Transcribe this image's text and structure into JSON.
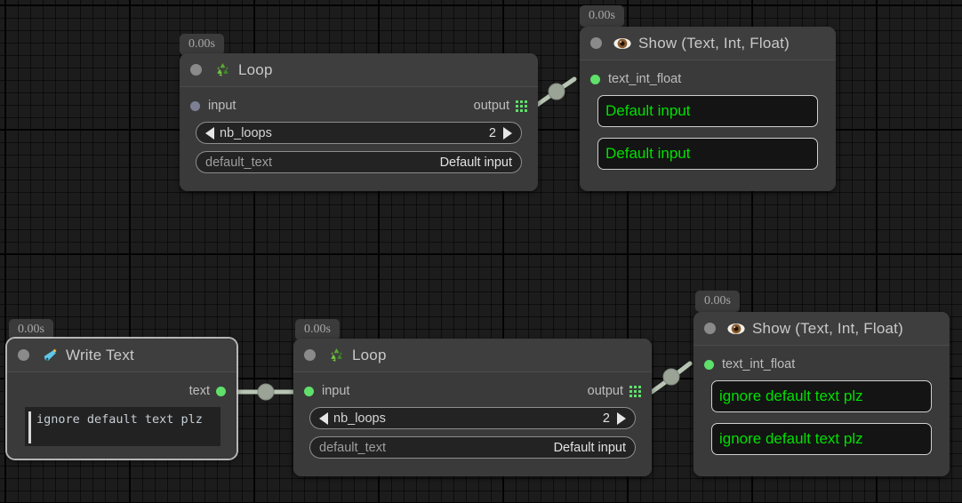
{
  "canvas": {
    "background": "#1c1c1c",
    "grid_color": "#111111",
    "accent_green": "#5ee06a",
    "value_green": "#00e000",
    "wire_color": "#b8c4b4"
  },
  "nodes": [
    {
      "id": "loop-top",
      "title": "Loop",
      "icon": "recycle-icon",
      "timestamp": "0.00s",
      "input_port": {
        "label": "input",
        "state": "disconnected"
      },
      "output_port": {
        "label": "output",
        "icon": "grid-icon"
      },
      "params": [
        {
          "name": "nb_loops",
          "value": "2",
          "type": "stepper",
          "prev_icon": "arrow-left-icon",
          "next_icon": "arrow-right-icon"
        },
        {
          "name": "default_text",
          "value": "Default input",
          "type": "text"
        }
      ]
    },
    {
      "id": "show-top",
      "title": "Show (Text, Int, Float)",
      "icon": "eye-icon",
      "timestamp": "0.00s",
      "input_port": {
        "label": "text_int_float",
        "state": "connected"
      },
      "values": [
        "Default input",
        "Default input"
      ]
    },
    {
      "id": "write-text",
      "title": "Write Text",
      "icon": "pen-nib-icon",
      "timestamp": "0.00s",
      "output_port": {
        "label": "text",
        "state": "connected"
      },
      "editor_text": "ignore default text plz"
    },
    {
      "id": "loop-bottom",
      "title": "Loop",
      "icon": "recycle-icon",
      "timestamp": "0.00s",
      "input_port": {
        "label": "input",
        "state": "connected"
      },
      "output_port": {
        "label": "output",
        "icon": "grid-icon"
      },
      "params": [
        {
          "name": "nb_loops",
          "value": "2",
          "type": "stepper",
          "prev_icon": "arrow-left-icon",
          "next_icon": "arrow-right-icon"
        },
        {
          "name": "default_text",
          "value": "Default input",
          "type": "text"
        }
      ]
    },
    {
      "id": "show-bottom",
      "title": "Show (Text, Int, Float)",
      "icon": "eye-icon",
      "timestamp": "0.00s",
      "input_port": {
        "label": "text_int_float",
        "state": "connected"
      },
      "values": [
        "ignore default text plz",
        "ignore default text plz"
      ]
    }
  ]
}
